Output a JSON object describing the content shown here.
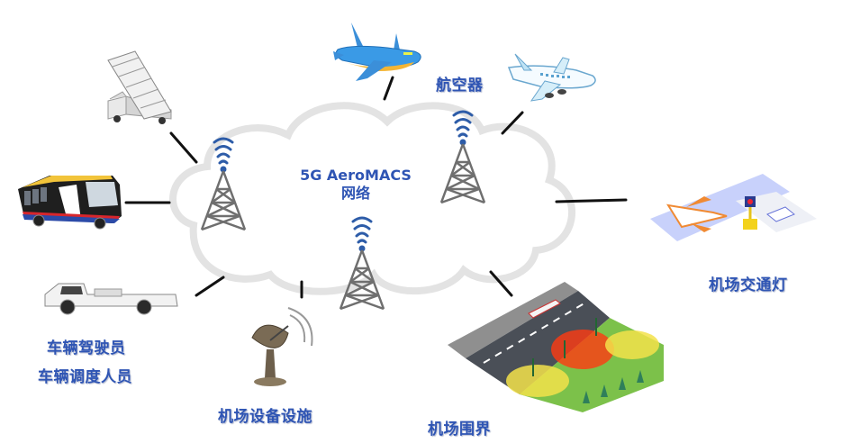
{
  "network": {
    "title_line1": "5G AeroMACS",
    "title_line2": "网络"
  },
  "nodes": {
    "aircraft": {
      "label": "航空器",
      "icon": "airplane-icon"
    },
    "traffic_light": {
      "label": "机场交通灯",
      "icon": "airport-traffic-light-icon"
    },
    "perimeter": {
      "label": "机场围界",
      "icon": "airport-perimeter-fence-icon"
    },
    "facilities": {
      "label": "机场设备设施",
      "icon": "satellite-dish-icon"
    },
    "vehicle_driver": {
      "label": "车辆驾驶员",
      "icon": "tow-tractor-icon"
    },
    "vehicle_dispatcher": {
      "label": "车辆调度人员",
      "icon": "tow-tractor-icon"
    },
    "bus": {
      "icon": "airport-shuttle-bus-icon"
    },
    "stairs": {
      "icon": "boarding-stairs-truck-icon"
    }
  },
  "colors": {
    "label_blue": "#2f55b4",
    "cloud_stroke": "#e6e6e6",
    "tower_gray": "#6f6f6f",
    "signal_blue": "#2d5ca8",
    "link_black": "#111111"
  }
}
